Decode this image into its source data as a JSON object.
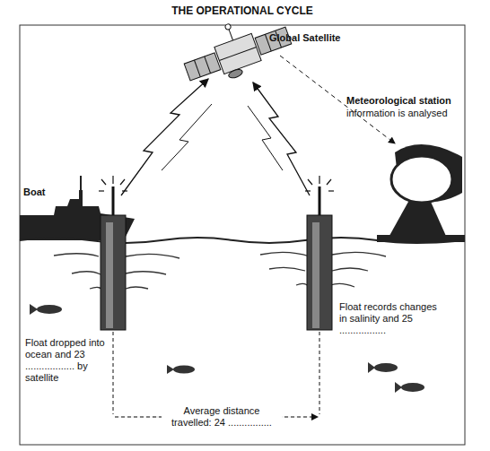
{
  "diagram": {
    "title": "THE OPERATIONAL CYCLE",
    "labels": [
      "Global Satellite",
      "Meteorological station",
      "information is analysed",
      "Boat",
      "Float dropped into ocean and 23 .................. by satellite",
      "Float records changes in salinity and 25 .................",
      "Average distance travelled: 24 ................"
    ]
  }
}
